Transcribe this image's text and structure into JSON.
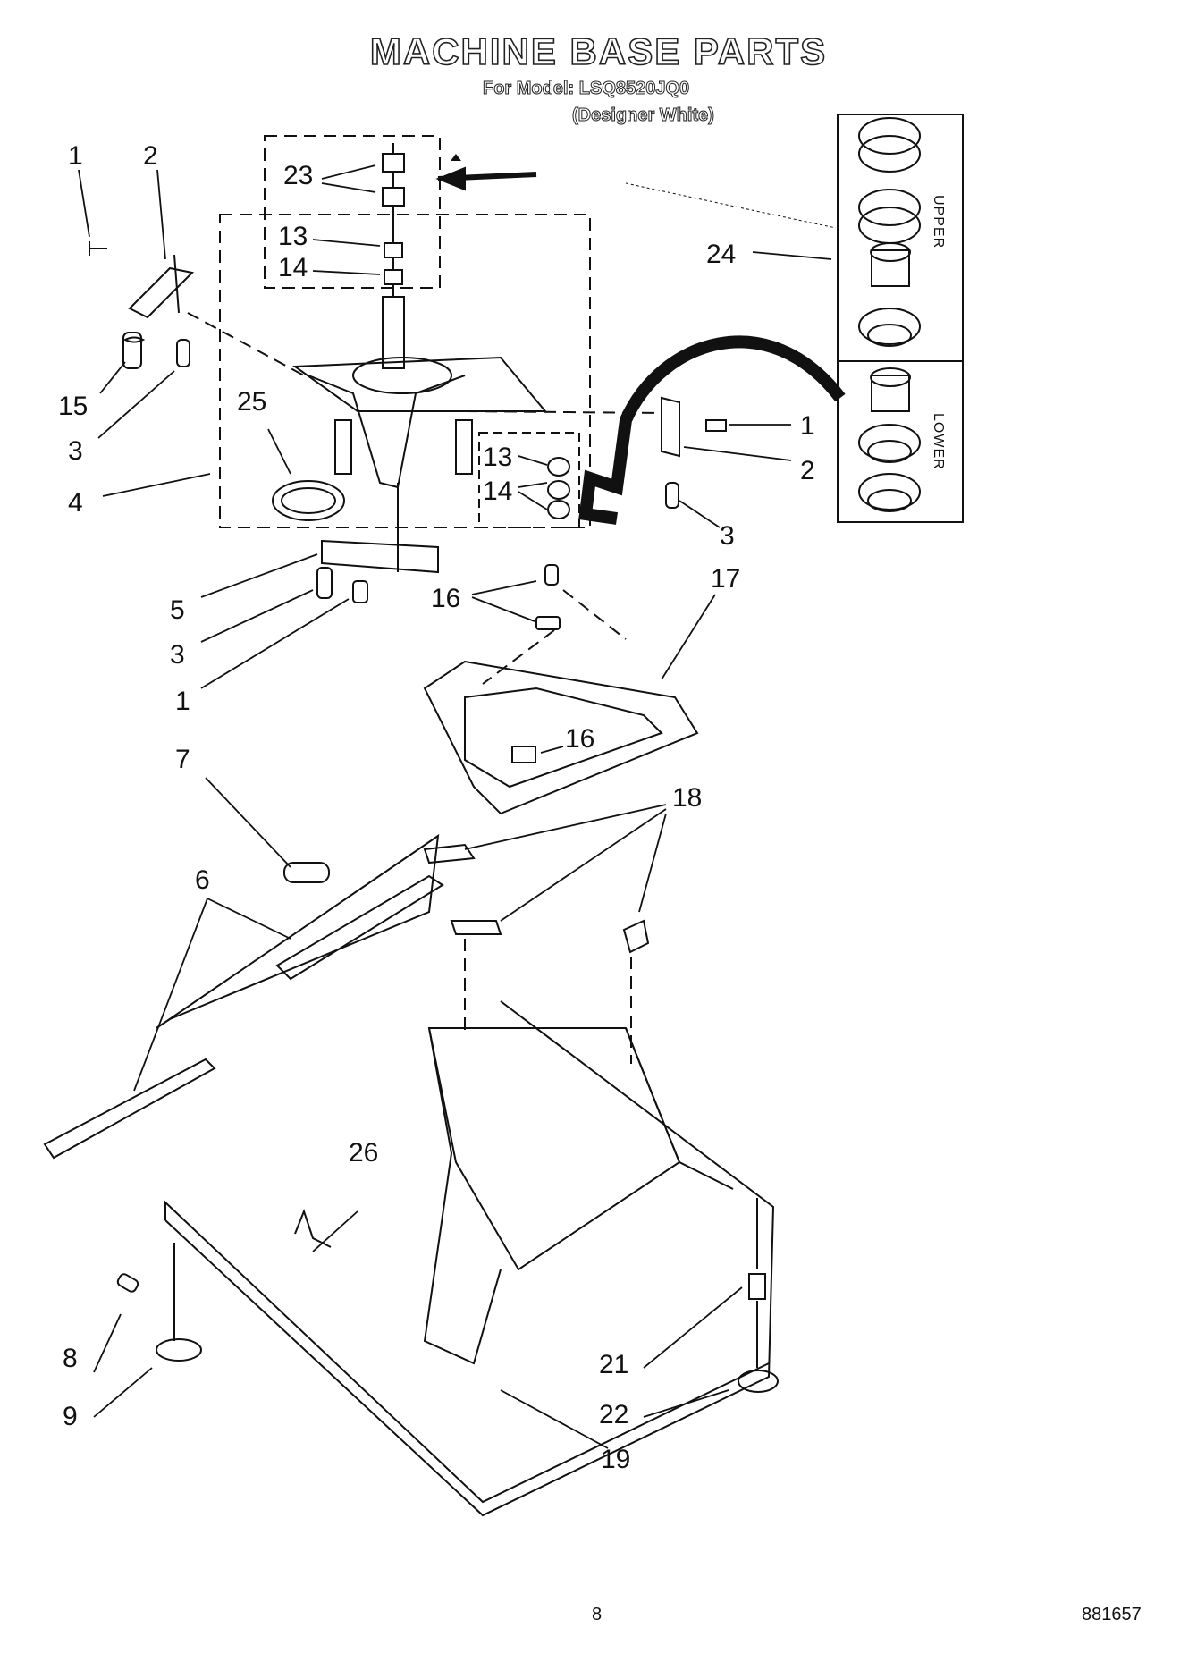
{
  "title": "MACHINE BASE PARTS",
  "subtitle": "For Model: LSQ8520JQ0",
  "variant": "(Designer White)",
  "kit_labels": {
    "upper": "UPPER",
    "lower": "LOWER"
  },
  "callouts": {
    "c1a": "1",
    "c2a": "2",
    "c15": "15",
    "c3a": "3",
    "c4": "4",
    "c25": "25",
    "c23": "23",
    "c13a": "13",
    "c14a": "14",
    "c24": "24",
    "c13b": "13",
    "c14b": "14",
    "c1b": "1",
    "c2b": "2",
    "c3b": "3",
    "c5": "5",
    "c3c": "3",
    "c1c": "1",
    "c16a": "16",
    "c17": "17",
    "c16b": "16",
    "c7": "7",
    "c18": "18",
    "c6": "6",
    "c26": "26",
    "c8": "8",
    "c9": "9",
    "c21": "21",
    "c22": "22",
    "c19": "19"
  },
  "footer": {
    "page": "8",
    "doc": "881657"
  }
}
